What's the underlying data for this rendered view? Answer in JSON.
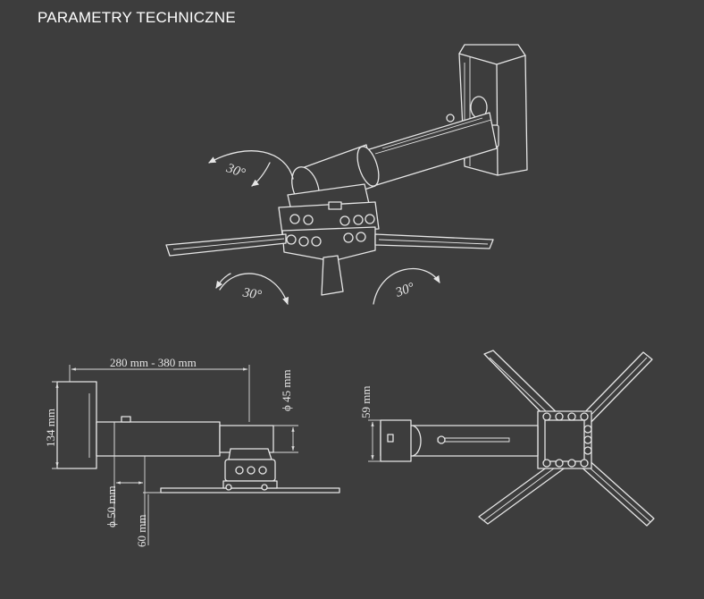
{
  "title": "PARAMETRY TECHNICZNE",
  "rotation_labels": {
    "top_left": "30°",
    "bottom_left": "30°",
    "bottom_right": "30°"
  },
  "dimensions": {
    "arm_length": "280 mm - 380 mm",
    "tube_diameter": "ϕ 45 mm",
    "wall_plate_height": "134 mm",
    "tube_diameter_2": "ϕ 50 mm",
    "offset": "60 mm",
    "top_height": "59 mm"
  },
  "colors": {
    "background": "#3d3d3d",
    "line": "#e6e6e6",
    "text": "#ffffff"
  }
}
